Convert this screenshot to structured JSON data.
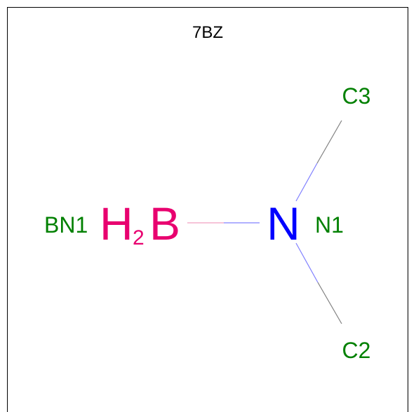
{
  "title": "7BZ",
  "atoms": {
    "boron": {
      "symbol": "B",
      "hydrogen": "H",
      "h_count": "2",
      "label": "BN1",
      "color": "#e8006f"
    },
    "nitrogen": {
      "symbol": "N",
      "label": "N1",
      "color": "#0000ff"
    },
    "carbon_top": {
      "label": "C3"
    },
    "carbon_bottom": {
      "label": "C2"
    }
  },
  "colors": {
    "label": "#008000",
    "bond_carbon": "#808080",
    "bond_nitrogen": "#8080ff",
    "bond_boron": "#f0a0c0"
  }
}
